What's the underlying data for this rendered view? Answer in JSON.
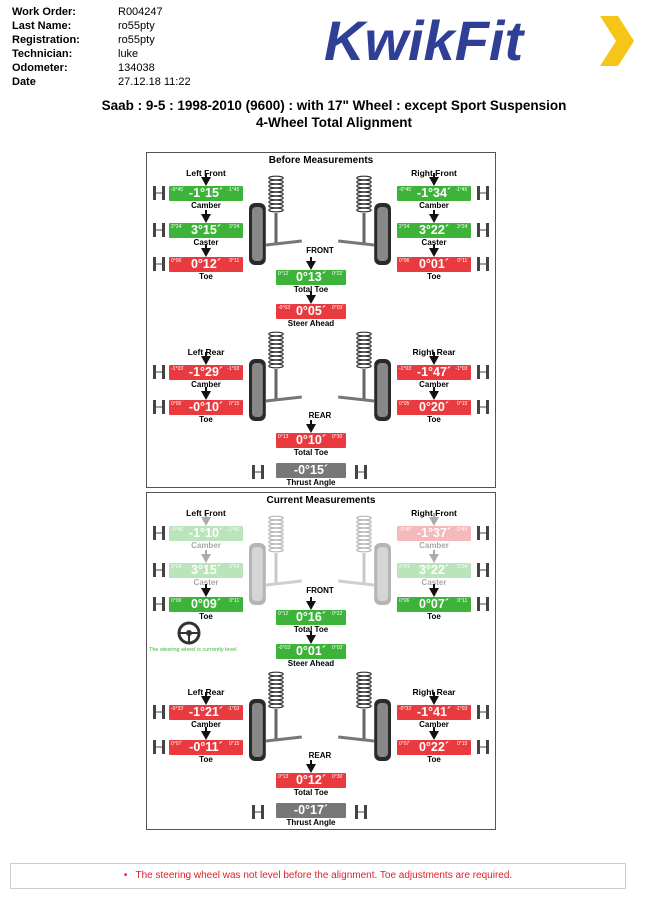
{
  "header": {
    "fields": [
      {
        "label": "Work Order:",
        "value": "R004247"
      },
      {
        "label": "Last Name:",
        "value": "ro55pty"
      },
      {
        "label": "Registration:",
        "value": "ro55pty"
      },
      {
        "label": "Technician:",
        "value": "luke"
      },
      {
        "label": "Odometer:",
        "value": "134038"
      },
      {
        "label": "Date",
        "value": "27.12.18 11:22"
      }
    ],
    "logo_text": "KwikFit"
  },
  "title": {
    "line1": "Saab : 9-5 : 1998-2010 (9600) : with 17\" Wheel : except Sport Suspension",
    "line2": "4-Wheel Total Alignment"
  },
  "before": {
    "heading": "Before Measurements",
    "front": {
      "left_label": "Left Front",
      "right_label": "Right Front",
      "center_label": "FRONT",
      "left": {
        "camber": {
          "value": "-1°15´",
          "min": "-0°45´",
          "max": "-1°45´",
          "status": "green",
          "label": "Camber"
        },
        "caster": {
          "value": "3°15´",
          "min": "2°24´",
          "max": "3°24´",
          "status": "green",
          "label": "Caster"
        },
        "toe": {
          "value": "0°12´",
          "min": "0°06´",
          "max": "0°11´",
          "status": "red",
          "label": "Toe"
        }
      },
      "right": {
        "camber": {
          "value": "-1°34´",
          "min": "-0°45´",
          "max": "-1°45´",
          "status": "green",
          "label": "Camber"
        },
        "caster": {
          "value": "3°22´",
          "min": "2°24´",
          "max": "3°24´",
          "status": "green",
          "label": "Caster"
        },
        "toe": {
          "value": "0°01´",
          "min": "0°06´",
          "max": "0°11´",
          "status": "red",
          "label": "Toe"
        }
      },
      "total_toe": {
        "value": "0°13´",
        "min": "0°12´",
        "max": "0°22´",
        "status": "green",
        "label": "Total Toe"
      },
      "steer_ahead": {
        "value": "0°05´",
        "min": "-0°03´",
        "max": "0°03´",
        "status": "red",
        "label": "Steer Ahead"
      }
    },
    "rear": {
      "left_label": "Left Rear",
      "right_label": "Right Rear",
      "center_label": "REAR",
      "left": {
        "camber": {
          "value": "-1°29´",
          "min": "-1°03´",
          "max": "-1°03´",
          "status": "red",
          "label": "Camber"
        },
        "toe": {
          "value": "-0°10´",
          "min": "0°05´",
          "max": "0°15´",
          "status": "red",
          "label": "Toe"
        }
      },
      "right": {
        "camber": {
          "value": "-1°47´",
          "min": "-1°03´",
          "max": "-1°03´",
          "status": "red",
          "label": "Camber"
        },
        "toe": {
          "value": "0°20´",
          "min": "0°05´",
          "max": "0°15´",
          "status": "red",
          "label": "Toe"
        }
      },
      "total_toe": {
        "value": "0°10´",
        "min": "0°13´",
        "max": "0°30´",
        "status": "red",
        "label": "Total Toe"
      },
      "thrust": {
        "value": "-0°15´",
        "status": "grey",
        "label": "Thrust Angle"
      }
    }
  },
  "current": {
    "heading": "Current Measurements",
    "note": "The steering wheel is currently level.",
    "front": {
      "left_label": "Left Front",
      "right_label": "Right Front",
      "center_label": "FRONT",
      "left": {
        "camber": {
          "value": "-1°10´",
          "min": "-0°45´",
          "max": "-1°45´",
          "status": "green",
          "label": "Camber"
        },
        "caster": {
          "value": "3°15´",
          "min": "2°24´",
          "max": "3°24´",
          "status": "green",
          "label": "Caster"
        },
        "toe": {
          "value": "0°09´",
          "min": "0°06´",
          "max": "0°11´",
          "status": "green",
          "label": "Toe"
        }
      },
      "right": {
        "camber": {
          "value": "-1°37´",
          "min": "-0°45´",
          "max": "-1°45´",
          "status": "red",
          "label": "Camber"
        },
        "caster": {
          "value": "3°22´",
          "min": "2°24´",
          "max": "3°24´",
          "status": "green",
          "label": "Caster"
        },
        "toe": {
          "value": "0°07´",
          "min": "0°06´",
          "max": "0°11´",
          "status": "green",
          "label": "Toe"
        }
      },
      "total_toe": {
        "value": "0°16´",
        "min": "0°12´",
        "max": "0°22´",
        "status": "green",
        "label": "Total Toe"
      },
      "steer_ahead": {
        "value": "0°01´",
        "min": "-0°03´",
        "max": "0°03´",
        "status": "green",
        "label": "Steer Ahead"
      }
    },
    "rear": {
      "left_label": "Left Rear",
      "right_label": "Right Rear",
      "center_label": "REAR",
      "left": {
        "camber": {
          "value": "-1°21´",
          "min": "-0°33´",
          "max": "-1°03´",
          "status": "red",
          "label": "Camber"
        },
        "toe": {
          "value": "-0°11´",
          "min": "0°07´",
          "max": "0°15´",
          "status": "red",
          "label": "Toe"
        }
      },
      "right": {
        "camber": {
          "value": "-1°41´",
          "min": "-0°33´",
          "max": "-1°03´",
          "status": "red",
          "label": "Camber"
        },
        "toe": {
          "value": "0°22´",
          "min": "0°07´",
          "max": "0°15´",
          "status": "red",
          "label": "Toe"
        }
      },
      "total_toe": {
        "value": "0°12´",
        "min": "0°13´",
        "max": "0°30´",
        "status": "red",
        "label": "Total Toe"
      },
      "thrust": {
        "value": "-0°17´",
        "status": "grey",
        "label": "Thrust Angle"
      }
    }
  },
  "footer": {
    "bullet": "•",
    "text": "The steering wheel was not level before the alignment.  Toe adjustments are required."
  },
  "colors": {
    "green": "#3db33a",
    "red": "#e83a3f",
    "grey": "#777777",
    "brand_blue": "#2f3f96",
    "brand_yellow": "#f5c518"
  }
}
